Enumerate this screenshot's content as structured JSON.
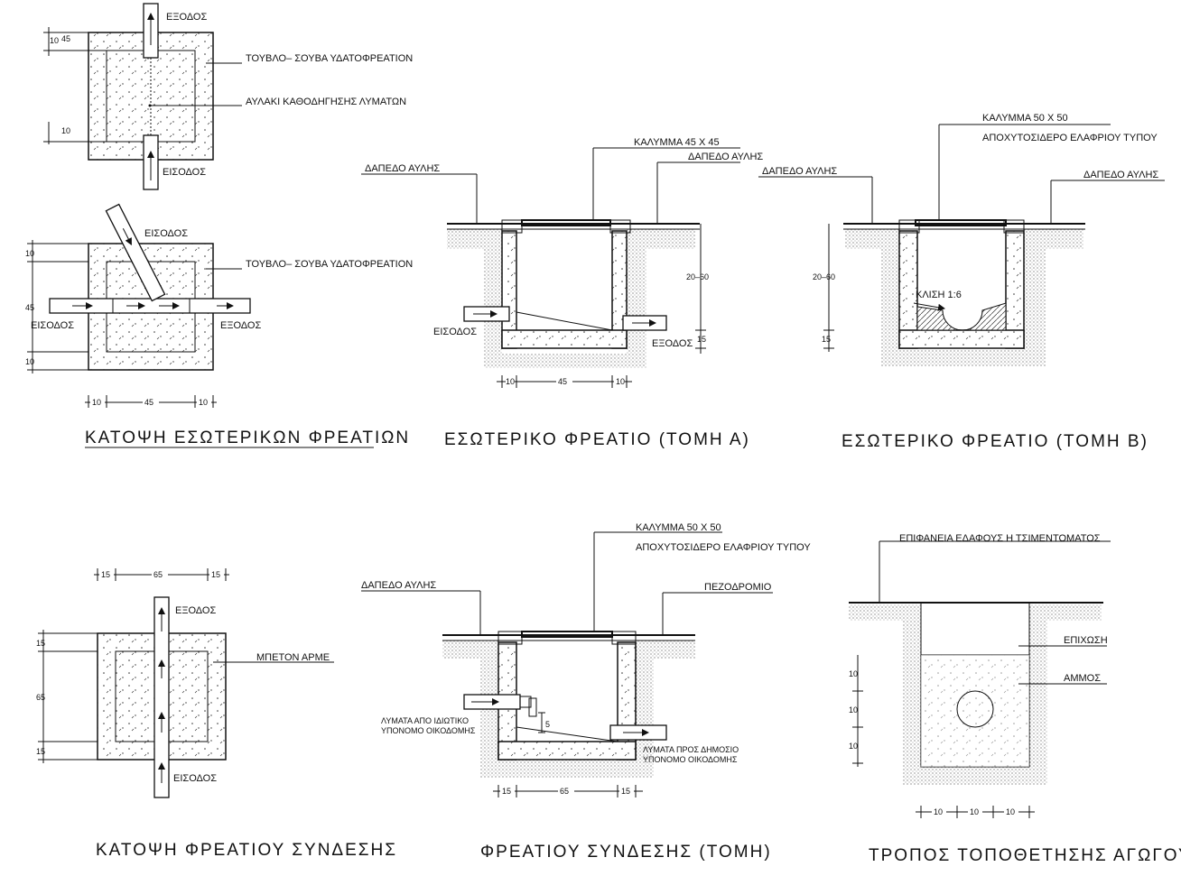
{
  "plan_internal": {
    "top_labels": {
      "exit": "ΕΞΟΔΟΣ",
      "brick": "ΤΟΥΒΛΟ– ΣΟΥΒΑ ΥΔΑΤΟΦΡΕΑΤΙΟΝ",
      "channel": "ΑΥΛΑΚΙ ΚΑΘΟΔΗΓΗΣΗΣ ΛΥΜΑΤΩΝ",
      "entry": "ΕΙΣΟΔΟΣ",
      "dim_10a": "10",
      "dim_45": "45",
      "dim_10b": "10"
    },
    "bottom_labels": {
      "entry_top": "ΕΙΣΟΔΟΣ",
      "brick": "ΤΟΥΒΛΟ– ΣΟΥΒΑ ΥΔΑΤΟΦΡΕΑΤΙΟΝ",
      "entry_left": "ΕΙΣΟΔΟΣ",
      "exit_right": "ΕΞΟΔΟΣ",
      "dim_10a": "10",
      "dim_45": "45",
      "dim_10b": "10",
      "dim_h10a": "10",
      "dim_h45": "45",
      "dim_h10b": "10"
    },
    "title": "ΚΑΤΟΨΗ ΕΣΩΤΕΡΙΚΩΝ ΦΡΕΑΤΙΩΝ"
  },
  "section_a": {
    "cover": "ΚΑΛΥΜΜΑ 45 Χ 45",
    "floor_right": "ΔΑΠΕΔΟ ΑΥΛΗΣ",
    "floor_left": "ΔΑΠΕΔΟ ΑΥΛΗΣ",
    "dim_height": "20–60",
    "dim_base": "15",
    "entry": "ΕΙΣΟΔΟΣ",
    "exit": "ΕΞΟΔΟΣ",
    "dim_w10a": "10",
    "dim_w45": "45",
    "dim_w10b": "10",
    "title": "ΕΣΩΤΕΡΙΚΟ ΦΡΕΑΤΙΟ (ΤΟΜΗ Α)"
  },
  "section_b": {
    "cover_line1": "ΚΑΛΥΜΜΑ 50 Χ 50",
    "cover_line2": "ΑΠΟΧΥΤΟΣΙΔΕΡΟ ΕΛΑΦΡΙΟΥ ΤΥΠΟΥ",
    "floor_left": "ΔΑΠΕΔΟ ΑΥΛΗΣ",
    "floor_right": "ΔΑΠΕΔΟ ΑΥΛΗΣ",
    "dim_height": "20–60",
    "dim_base": "15",
    "slope": "ΚΛΙΣΗ 1:6",
    "title": "ΕΣΩΤΕΡΙΚΟ ΦΡΕΑΤΙΟ (ΤΟΜΗ Β)"
  },
  "plan_connection": {
    "dim_top15a": "15",
    "dim_top65": "65",
    "dim_top15b": "15",
    "exit": "ΕΞΟΔΟΣ",
    "concrete": "ΜΠΕΤΟΝ ΑΡΜΕ",
    "entry": "ΕΙΣΟΔΟΣ",
    "dim_l15a": "15",
    "dim_l65": "65",
    "dim_l15b": "15",
    "title": "ΚΑΤΟΨΗ ΦΡΕΑΤΙΟΥ ΣΥΝΔΕΣΗΣ"
  },
  "section_connection": {
    "cover_line1": "ΚΑΛΥΜΜΑ 50 Χ 50",
    "cover_line2": "ΑΠΟΧΥΤΟΣΙΔΕΡΟ ΕΛΑΦΡΙΟΥ ΤΥΠΟΥ",
    "floor_left": "ΔΑΠΕΔΟ ΑΥΛΗΣ",
    "sidewalk": "ΠΕΖΟΔΡΟΜΙΟ",
    "waste_private_1": "ΛΥΜΑΤΑ ΑΠΟ ΙΔΙΩΤΙΚΟ",
    "waste_private_2": "ΥΠΟΝΟΜΟ ΟΙΚΟΔΟΜΗΣ",
    "waste_public_1": "ΛΥΜΑΤΑ ΠΡΟΣ ΔΗΜΟΣΙΟ",
    "waste_public_2": "ΥΠΟΝΟΜΟ ΟΙΚΟΔΟΜΗΣ",
    "dim_drop": "5",
    "dim_w15a": "15",
    "dim_w65": "65",
    "dim_w15b": "15",
    "title": "ΦΡΕΑΤΙΟΥ ΣΥΝΔΕΣΗΣ (ΤΟΜΗ)"
  },
  "pipe_laying": {
    "surface": "ΕΠΙΦΑΝΕΙΑ ΕΔΑΦΟΥΣ Η ΤΣΙΜΕΝΤΟΜΑΤΟΣ",
    "backfill": "ΕΠΙΧΩΣΗ",
    "sand": "ΑΜΜΟΣ",
    "dim_v10a": "10",
    "dim_v10b": "10",
    "dim_v10c": "10",
    "dim_h10a": "10",
    "dim_h10b": "10",
    "dim_h10c": "10",
    "title": "ΤΡΟΠΟΣ ΤΟΠΟΘΕΤΗΣΗΣ ΑΓΩΓΟΥ"
  }
}
